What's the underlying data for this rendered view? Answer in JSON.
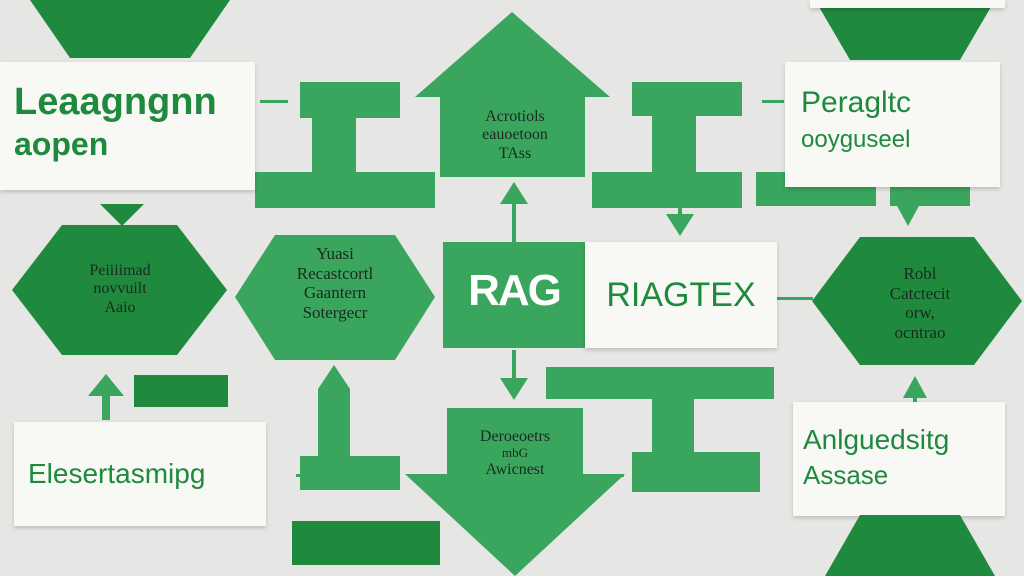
{
  "colors": {
    "primary_green": "#3aa55c",
    "dark_green": "#1f8a3e",
    "background": "#e6e6e4",
    "panel": "#f8f8f5"
  },
  "nodes": {
    "top_left_box": {
      "line1": "Leaagngnn",
      "line2": "aopen"
    },
    "top_right_box": {
      "line1": "Peragltc",
      "line2": "ooyguseel"
    },
    "top_center_house": {
      "line1": "Acrotiols",
      "line2": "eauoetoon",
      "line3": "TAss"
    },
    "left_hexagon": {
      "line1": "Peiiiimad",
      "line2": "novvuilt",
      "line3": "Aaio"
    },
    "center_left_hexagon": {
      "line1": "Yuasi",
      "line2": "Recastcortl",
      "line3": "Gaantern",
      "line4": "Sotergecr"
    },
    "center_rag": {
      "left": "RAG",
      "right": "RIAGTEX"
    },
    "right_hexagon": {
      "line1": "Robl",
      "line2": "Catctecit",
      "line3": "orw,",
      "line4": "ocntrao"
    },
    "bottom_center_arrow": {
      "line1": "Deroeoetrs",
      "line2": "mbG",
      "line3": "Awicnest"
    },
    "bottom_left_box": {
      "label": "Elesertasmipg"
    },
    "bottom_right_box": {
      "line1": "Anlguedsitg",
      "line2": "Assase"
    }
  }
}
